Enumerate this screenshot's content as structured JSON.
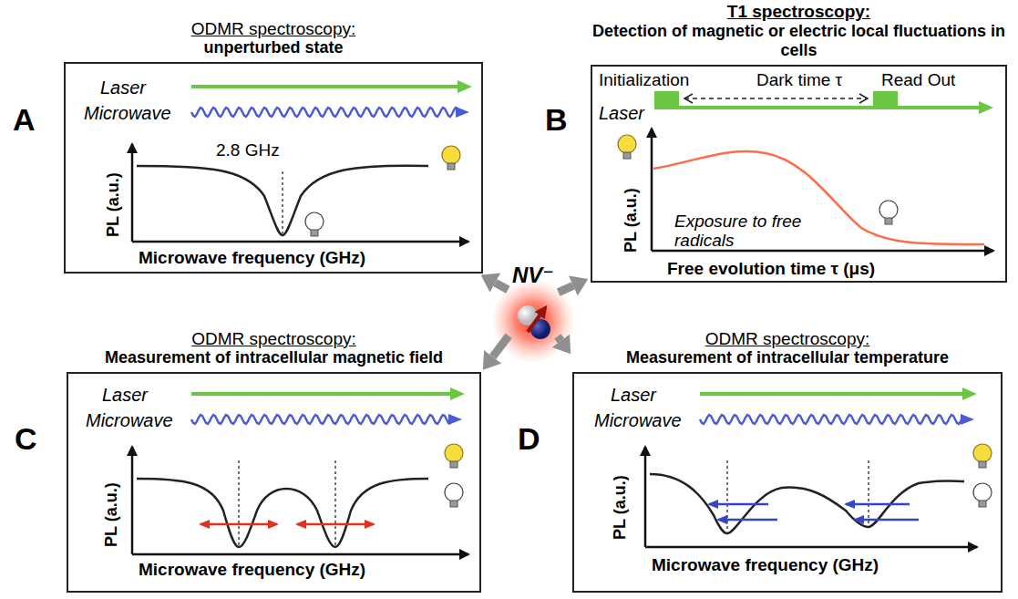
{
  "diagram": {
    "nodes": [
      {
        "text": [
          "ODMR spectroscopy:",
          "unperturbed state",
          "Laser",
          "Microwave",
          "2.8 GHz",
          "PL (a.u.)",
          "Microwave frequency (GHz)"
        ]
      },
      {
        "text": [
          "T1 spectroscopy:",
          "Detection of magnetic or electric local fluctuations in cells",
          "Initialization",
          "Dark time τ",
          "Read Out",
          "Laser",
          "Exposure to free radicals",
          "PL (a.u.)",
          "Free evolution time τ (μs)"
        ]
      },
      {
        "text": [
          "NV⁻"
        ]
      },
      {
        "text": [
          "ODMR spectroscopy:",
          "Measurement of intracellular magnetic field",
          "Laser",
          "Microwave",
          "PL (a.u.)",
          "Microwave frequency (GHz)"
        ]
      },
      {
        "text": [
          "ODMR spectroscopy:",
          "Measurement of intracellular temperature",
          "Laser",
          "Microwave",
          "PL (a.u.)",
          "Microwave frequency (GHz)"
        ]
      }
    ],
    "edges": [
      {
        "from": 2,
        "to": 0,
        "arrow": "to"
      },
      {
        "from": 2,
        "to": 1,
        "arrow": "to"
      },
      {
        "from": 2,
        "to": 3,
        "arrow": "to"
      },
      {
        "from": 2,
        "to": 4,
        "arrow": "to"
      }
    ],
    "labels": [
      "A",
      "B",
      "C",
      "D"
    ]
  }
}
